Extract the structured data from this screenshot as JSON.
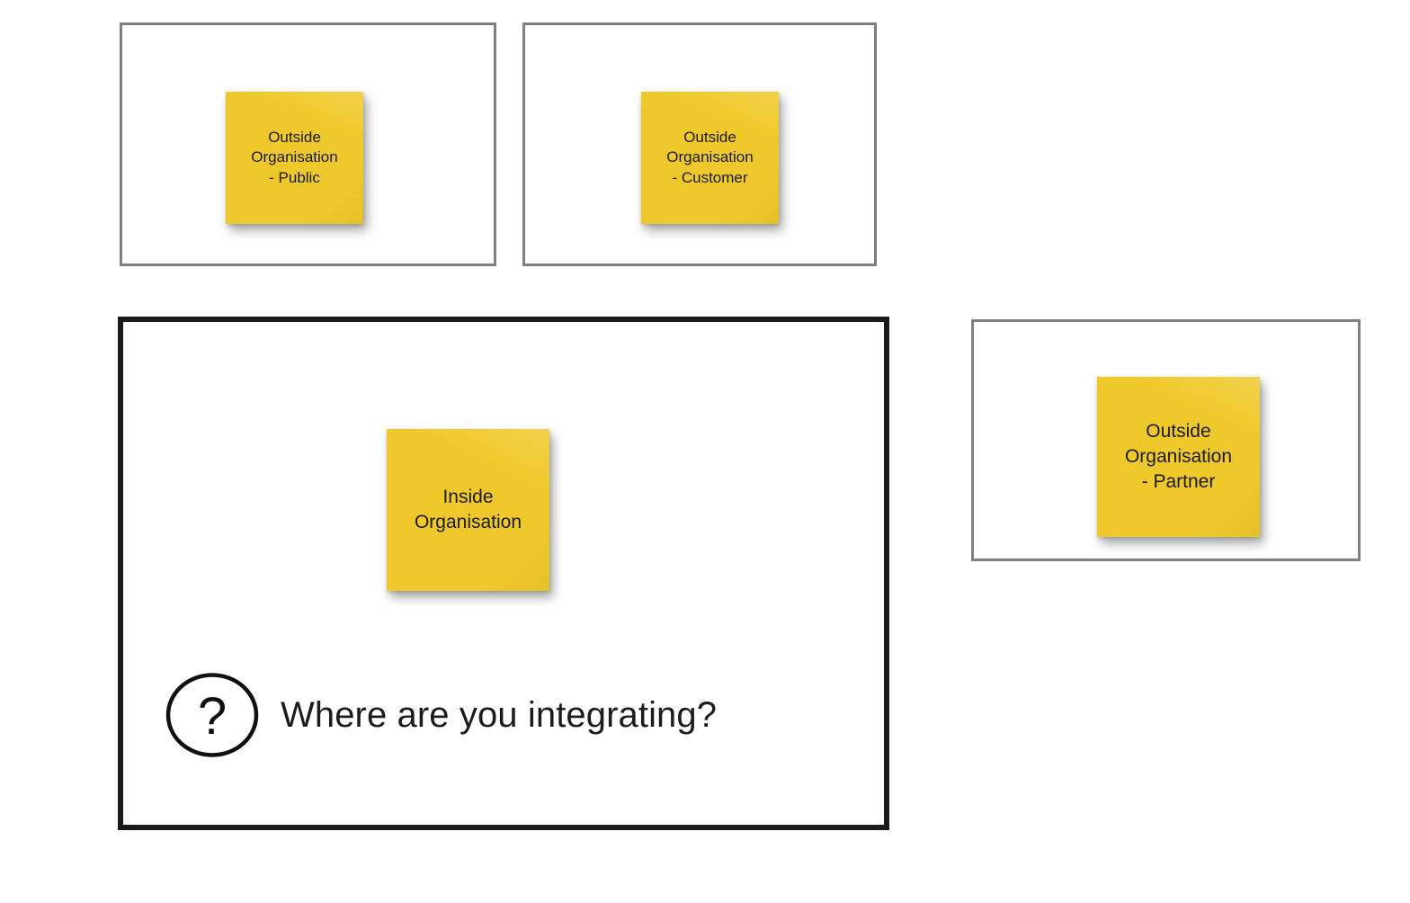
{
  "board": {
    "background_color": "#ffffff",
    "note_color": "#efc92b",
    "outside_frame_color": "#7f7f7f",
    "inside_frame_color": "#1b1b1b"
  },
  "zones": [
    {
      "id": "outside-public",
      "frame_style": "outside",
      "note": {
        "text": "Outside\nOrganisation\n- Public"
      }
    },
    {
      "id": "outside-customer",
      "frame_style": "outside",
      "note": {
        "text": "Outside\nOrganisation\n- Customer"
      }
    },
    {
      "id": "outside-partner",
      "frame_style": "outside",
      "note": {
        "text": "Outside\nOrganisation\n- Partner"
      }
    },
    {
      "id": "inside-organisation",
      "frame_style": "inside",
      "note": {
        "text": "Inside\nOrganisation"
      }
    }
  ],
  "prompt": {
    "icon": "question-mark-circle-icon",
    "icon_glyph": "?",
    "text": "Where are you integrating?"
  }
}
